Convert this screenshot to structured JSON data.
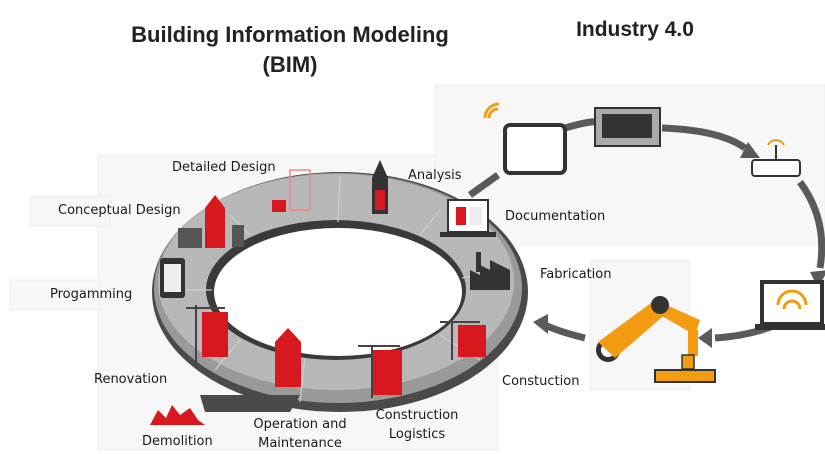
{
  "titles": {
    "bim_line1": "Building Information Modeling",
    "bim_line2": "(BIM)",
    "industry": "Industry 4.0"
  },
  "stages": {
    "detailed_design": "Detailed Design",
    "analysis": "Analysis",
    "conceptual_design": "Conceptual Design",
    "documentation": "Documentation",
    "fabrication": "Fabrication",
    "programming": "Progamming",
    "renovation": "Renovation",
    "construction": "Constuction",
    "demolition": "Demolition",
    "operation_line1": "Operation and",
    "operation_line2": "Maintenance",
    "logistics_line1": "Construction",
    "logistics_line2": "Logistics"
  },
  "colors": {
    "ring_dark": "#4a4a4a",
    "ring_mid": "#8a8a8a",
    "ring_light": "#b5b5b5",
    "accent_red": "#d7191f",
    "accent_orange": "#f39c12",
    "arrow_gray": "#5a5a5a"
  },
  "icons": [
    "tablet-icon",
    "wifi-icon",
    "solar-panel-icon",
    "router-icon",
    "laptop-wifi-icon",
    "robot-arm-icon",
    "conveyor-icon",
    "crane-icon",
    "building-icon",
    "factory-icon",
    "phone-icon"
  ]
}
